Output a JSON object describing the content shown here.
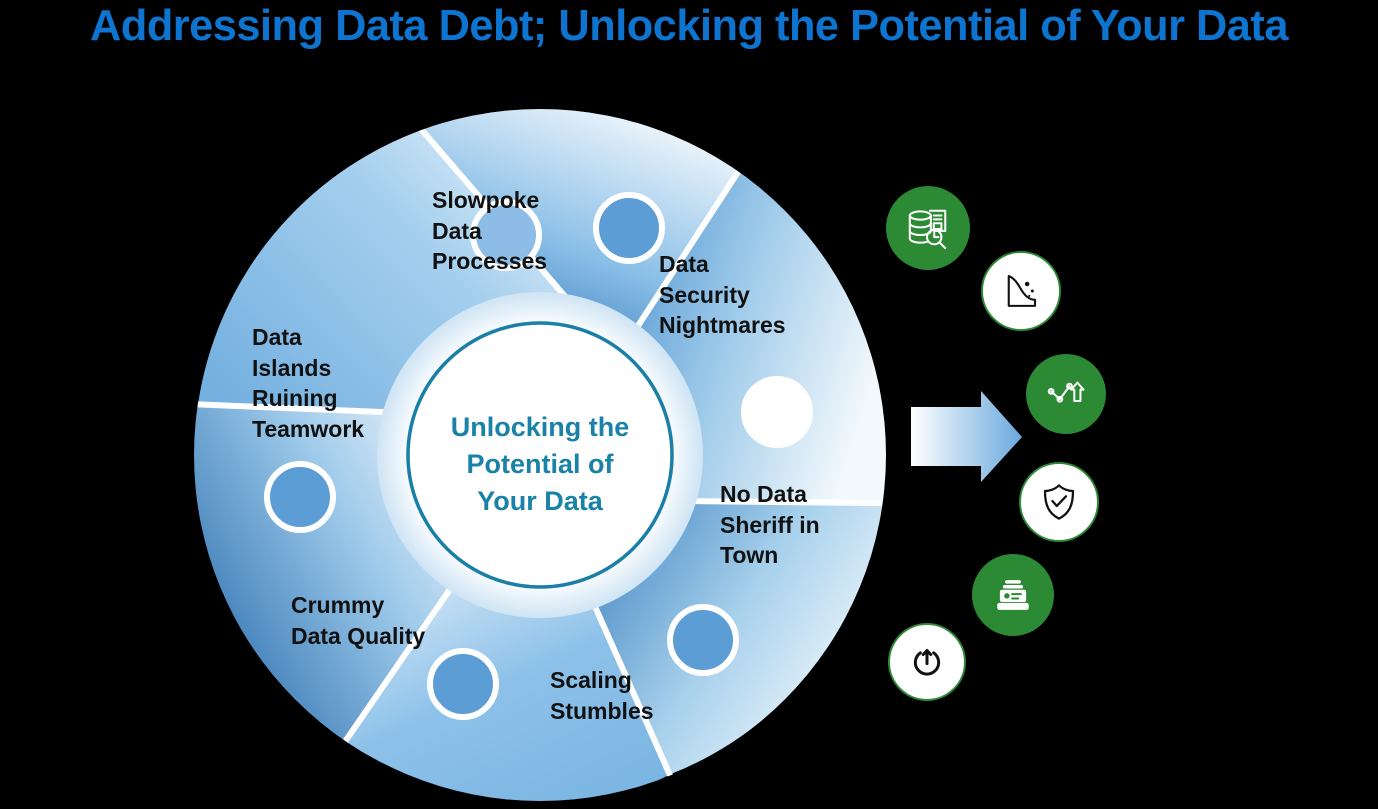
{
  "page": {
    "title": "Addressing Data Debt; Unlocking the Potential of Your Data",
    "background_color": "#000000",
    "title_color": "#0d74cf"
  },
  "wheel": {
    "center_label": "Unlocking the\nPotential of\nYour Data",
    "center_text_color": "#1a82a8",
    "center_border_color": "#1a7fa6",
    "segment_text_color": "#111111",
    "segments": [
      {
        "id": "slowpoke-data-processes",
        "label": "Slowpoke\nData\nProcesses"
      },
      {
        "id": "data-security-nightmares",
        "label": "Data\nSecurity\nNightmares"
      },
      {
        "id": "no-data-sheriff-in-town",
        "label": "No Data\nSheriff in\nTown"
      },
      {
        "id": "scaling-stumbles",
        "label": "Scaling\nStumbles"
      },
      {
        "id": "crummy-data-quality",
        "label": "Crummy\nData Quality"
      },
      {
        "id": "data-islands-ruining-teamwork",
        "label": "Data\nIslands\nRuining\nTeamwork"
      }
    ]
  },
  "arrow": {
    "name": "right-arrow",
    "gradient_from": "#ffffff",
    "gradient_to": "#6aa9dd"
  },
  "outcome_icons": {
    "green_color": "#2c8a35",
    "items": [
      {
        "icon": "database-search-icon",
        "style": "green"
      },
      {
        "icon": "landslide-erosion-icon",
        "style": "white"
      },
      {
        "icon": "trend-up-chart-icon",
        "style": "green"
      },
      {
        "icon": "shield-check-icon",
        "style": "white"
      },
      {
        "icon": "archive-box-icon",
        "style": "green"
      },
      {
        "icon": "power-reset-icon",
        "style": "white"
      }
    ]
  }
}
